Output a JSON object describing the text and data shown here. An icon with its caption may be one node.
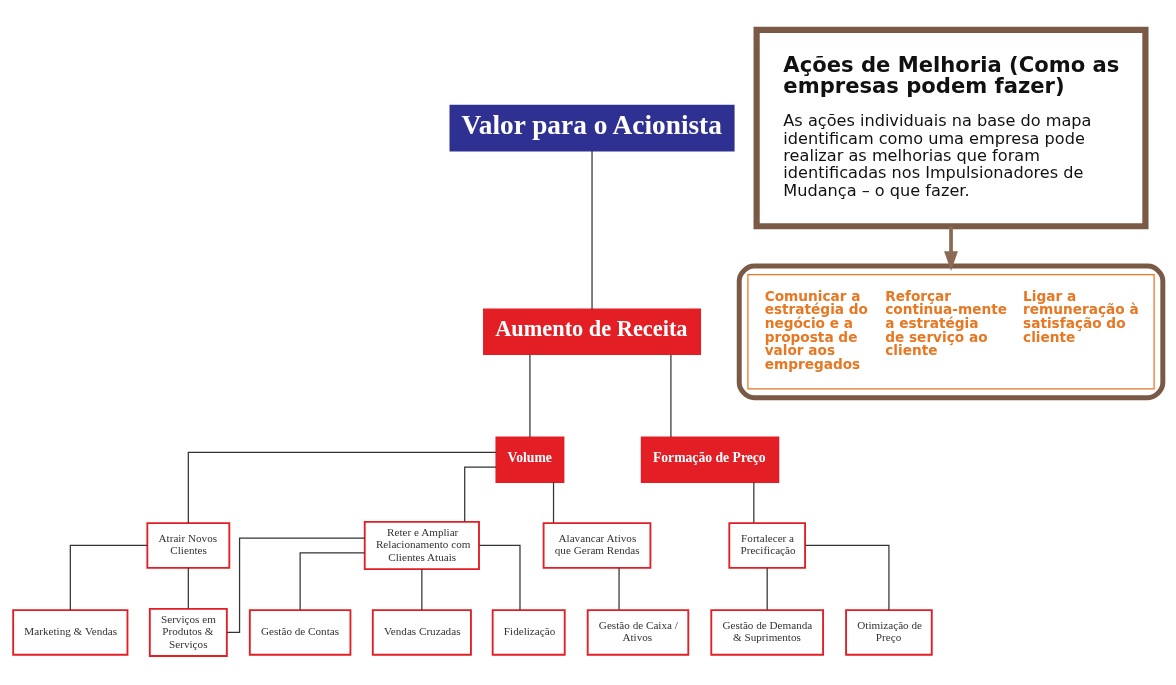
{
  "diagram": {
    "nodes": [
      {
        "text": [
          "Valor para o Acionista"
        ]
      },
      {
        "text": [
          "Aumento de Receita"
        ]
      },
      {
        "text": [
          "Volume"
        ]
      },
      {
        "text": [
          "Formação de Preço"
        ]
      },
      {
        "text": [
          "Atrair Novos Clientes"
        ]
      },
      {
        "text": [
          "Reter e Ampliar Relacionamento com Clientes Atuais"
        ]
      },
      {
        "text": [
          "Alavancar Ativos que Geram Rendas"
        ]
      },
      {
        "text": [
          "Fortalecer a Precificação"
        ]
      },
      {
        "text": [
          "Marketing & Vendas"
        ]
      },
      {
        "text": [
          "Serviços em Produtos & Serviços"
        ]
      },
      {
        "text": [
          "Gestão de Contas"
        ]
      },
      {
        "text": [
          "Vendas Cruzadas"
        ]
      },
      {
        "text": [
          "Fidelização"
        ]
      },
      {
        "text": [
          "Gestão de Caixa / Ativos"
        ]
      },
      {
        "text": [
          "Gestão de Demanda & Suprimentos"
        ]
      },
      {
        "text": [
          "Otimização de Preço"
        ]
      },
      {
        "text": [
          "Ações de Melhoria (Como as empresas podem fazer)",
          "As ações individuais na base do mapa identificam como uma empresa pode realizar as melhorias que foram identificadas nos Impulsionadores de Mudança – o que fazer."
        ]
      },
      {
        "text": [
          "Comunicar a estratégia do negócio e a proposta de valor aos empregados",
          "Reforçar continua-mente a estratégia de serviço ao cliente",
          "Ligar a remuneração à satisfação do cliente"
        ]
      }
    ],
    "edges": [
      {
        "from": 0,
        "to": 1,
        "arrow": "none"
      },
      {
        "from": 1,
        "to": 2,
        "arrow": "none"
      },
      {
        "from": 1,
        "to": 3,
        "arrow": "none"
      },
      {
        "from": 2,
        "to": 4,
        "arrow": "none"
      },
      {
        "from": 2,
        "to": 5,
        "arrow": "none"
      },
      {
        "from": 2,
        "to": 6,
        "arrow": "none"
      },
      {
        "from": 3,
        "to": 7,
        "arrow": "none"
      },
      {
        "from": 4,
        "to": 8,
        "arrow": "none"
      },
      {
        "from": 4,
        "to": 9,
        "arrow": "none"
      },
      {
        "from": 5,
        "to": 9,
        "arrow": "none"
      },
      {
        "from": 5,
        "to": 10,
        "arrow": "none"
      },
      {
        "from": 5,
        "to": 11,
        "arrow": "none"
      },
      {
        "from": 5,
        "to": 12,
        "arrow": "none"
      },
      {
        "from": 6,
        "to": 13,
        "arrow": "none"
      },
      {
        "from": 7,
        "to": 14,
        "arrow": "none"
      },
      {
        "from": 7,
        "to": 15,
        "arrow": "none"
      },
      {
        "from": 16,
        "to": 17,
        "arrow": "to",
        "style": "thick",
        "color": "#8b6a55"
      }
    ]
  }
}
